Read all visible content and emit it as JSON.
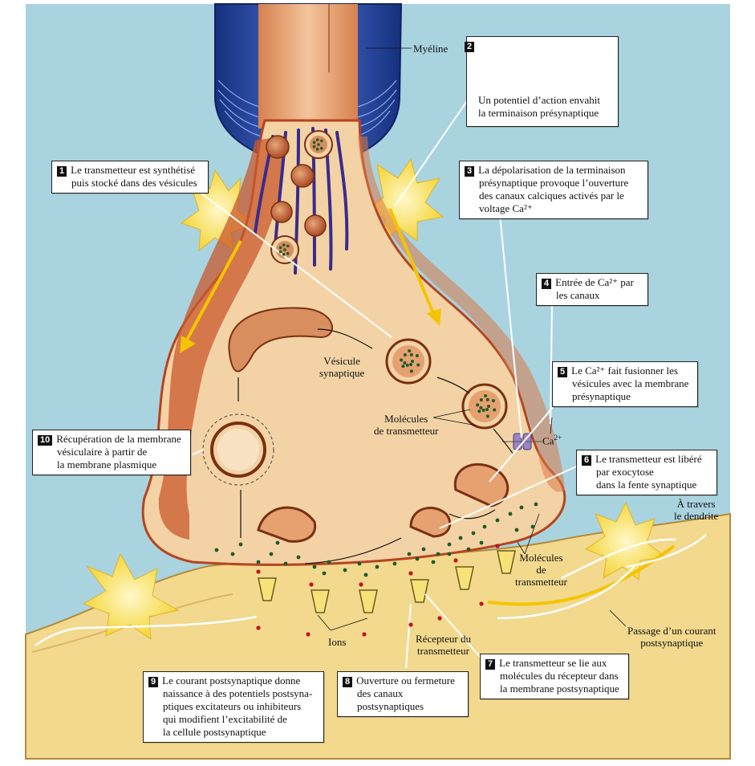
{
  "colors": {
    "background": "#a9d3df",
    "postsynaptic": "#f2d98e",
    "terminal_body": "#f3d3a5",
    "terminal_edge": "#b7431f",
    "myelin": "#1f3b93",
    "axon": "#e8a87a",
    "yellow_flash": "#fbe466",
    "transmitter_dot": "#1f5a2a",
    "ion_dot": "#c0151b",
    "oscilloscope": "#8fc28f"
  },
  "labels": {
    "myelin": "Myéline",
    "vesicle": [
      "Vésicule",
      "synaptique"
    ],
    "molecules_inner": [
      "Molécules",
      "de transmetteur"
    ],
    "ca": "Ca",
    "ca_sup": "2+",
    "molecules_outer": [
      "Molécules",
      "de",
      "transmetteur"
    ],
    "dendrite": [
      "À travers",
      "le dendrite"
    ],
    "current": [
      "Passage d’un courant",
      "postsynaptique"
    ],
    "ions": "Ions",
    "receptor": [
      "Récepteur du",
      "transmetteur"
    ]
  },
  "steps": [
    {
      "num": "1",
      "lines": [
        "Le transmetteur est synthétisé",
        "puis stocké dans des vésicules"
      ]
    },
    {
      "num": "2",
      "lines": [
        "Un potentiel d’action envahit",
        "la terminaison présynaptique"
      ]
    },
    {
      "num": "3",
      "lines": [
        "La dépolarisation de la terminaison",
        "présynaptique provoque l’ouverture",
        "des canaux calciques activés par le",
        "voltage Ca²⁺"
      ]
    },
    {
      "num": "4",
      "lines": [
        "Entrée de Ca²⁺ par",
        "les canaux"
      ]
    },
    {
      "num": "5",
      "lines": [
        "Le Ca²⁺ fait fusionner les",
        "vésicules avec la membrane",
        "présynaptique"
      ]
    },
    {
      "num": "6",
      "lines": [
        "Le transmetteur est libéré",
        "par exocytose",
        "dans la fente synaptique"
      ]
    },
    {
      "num": "7",
      "lines": [
        "Le transmetteur se lie aux",
        "molécules du récepteur dans",
        "la membrane postsynaptique"
      ]
    },
    {
      "num": "8",
      "lines": [
        "Ouverture ou fermeture",
        "des canaux",
        "postsynaptiques"
      ]
    },
    {
      "num": "9",
      "lines": [
        "Le courant postsynaptique donne",
        "naissance à des potentiels postsyna-",
        "ptiques excitateurs ou inhibiteurs",
        "qui modifient l’excitabilité de",
        "la cellule postsynaptique"
      ]
    },
    {
      "num": "10",
      "lines": [
        "Récupération de la membrane",
        "vésiculaire à partir de",
        "la membrane plasmique"
      ]
    }
  ]
}
